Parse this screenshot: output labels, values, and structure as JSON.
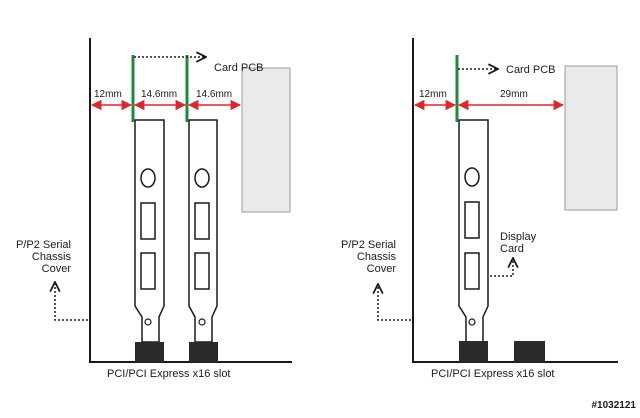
{
  "colors": {
    "line": "#1a1a1a",
    "dimension_red": "#e0262b",
    "pcb_green": "#1f8a3a",
    "card_pcb_fill": "#eaeaea",
    "slot_fill": "#2a2a2a"
  },
  "left_diagram": {
    "card_pcb_label": "Card  PCB",
    "dimensions": [
      "12mm",
      "14.6mm",
      "14.6mm"
    ],
    "chassis_label_lines": [
      "P/P2 Serial",
      "Chassis",
      "Cover"
    ],
    "slot_caption": "PCI/PCI Express x16 slot"
  },
  "right_diagram": {
    "card_pcb_label": "Card  PCB",
    "dimensions": [
      "12mm",
      "29mm"
    ],
    "chassis_label_lines": [
      "P/P2  Serial",
      "Chassis",
      "Cover"
    ],
    "display_card_label_lines": [
      "Display",
      "Card"
    ],
    "slot_caption": "PCI/PCI Express x16 slot"
  },
  "watermark": "#1032121"
}
